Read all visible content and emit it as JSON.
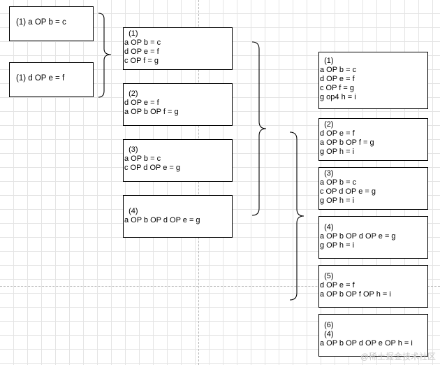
{
  "column1": [
    {
      "lines": [
        "(1)  a OP b = c"
      ]
    },
    {
      "lines": [
        "(1)  d OP e = f"
      ]
    }
  ],
  "column2": [
    {
      "lines": [
        "  (1)",
        "a OP b = c",
        "d OP e = f",
        "c OP f = g"
      ]
    },
    {
      "lines": [
        "  (2)",
        "d OP e = f",
        "a OP b OP f = g"
      ]
    },
    {
      "lines": [
        "  (3)",
        "a OP b = c",
        "c OP d OP e = g"
      ]
    },
    {
      "lines": [
        "  (4)",
        "a OP b OP d OP e = g"
      ]
    }
  ],
  "column3": [
    {
      "lines": [
        "  (1)",
        "a OP b = c",
        "d OP e = f",
        "c OP f = g",
        "g op4 h = i"
      ]
    },
    {
      "lines": [
        "  (2)",
        "d OP e = f",
        "a OP b OP f = g",
        "g OP h = i"
      ]
    },
    {
      "lines": [
        "  (3)",
        "a OP b = c",
        "c OP d OP e = g",
        "g OP h = i"
      ]
    },
    {
      "lines": [
        "  (4)",
        "a OP b OP d OP e = g",
        "g OP h = i"
      ]
    },
    {
      "lines": [
        "  (5)",
        "d OP e = f",
        "a OP b OP f OP h = i"
      ]
    },
    {
      "lines": [
        "  (6)",
        "  (4)",
        "a OP b OP d OP e OP h = i"
      ]
    }
  ],
  "watermark": "@稀土掘金技术社区"
}
